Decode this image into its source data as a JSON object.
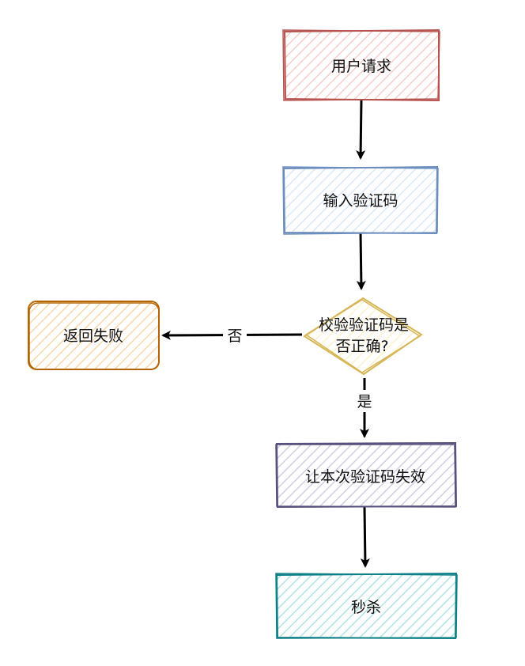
{
  "nodes": {
    "request": {
      "label": "用户请求",
      "stroke": "#b85450",
      "fill": "#f8cecc"
    },
    "input_captcha": {
      "label": "输入验证码",
      "stroke": "#6c8ebf",
      "fill": "#dae8fc"
    },
    "check": {
      "line1": "校验验证码是",
      "line2": "否正确?",
      "stroke": "#d6b656",
      "fill": "#fff2cc"
    },
    "return_fail": {
      "label": "返回失败",
      "stroke": "#b46504",
      "fill": "#fad7ac"
    },
    "invalidate": {
      "label": "让本次验证码失效",
      "stroke": "#56517e",
      "fill": "#d0cee2"
    },
    "seckill": {
      "label": "秒杀",
      "stroke": "#0e8088",
      "fill": "#b0e3e6"
    }
  },
  "edges": {
    "no_label": "否",
    "yes_label": "是"
  }
}
